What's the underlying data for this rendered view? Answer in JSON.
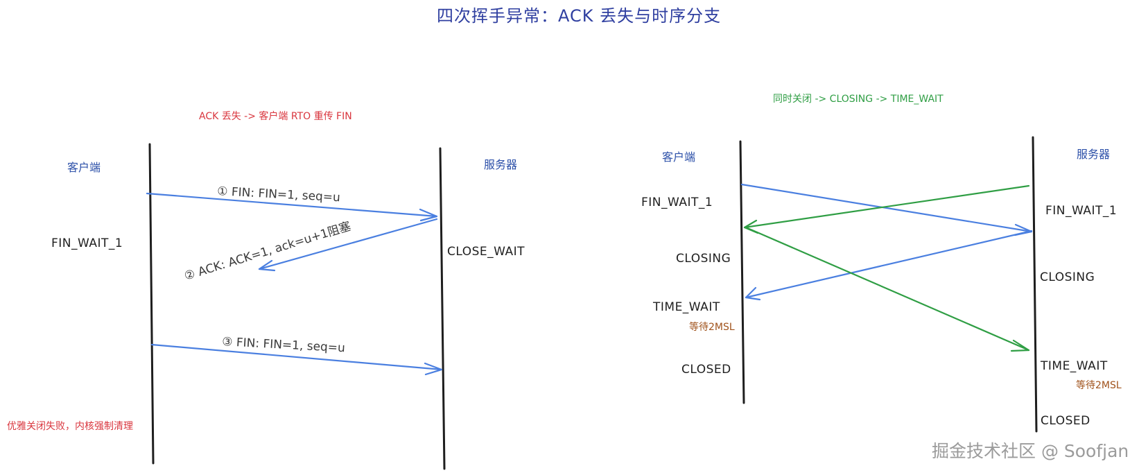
{
  "title": "四次挥手异常：ACK 丢失与时序分支",
  "left": {
    "caption": "ACK 丢失 -> 客户端 RTO 重传 FIN",
    "client_label": "客户端",
    "server_label": "服务器",
    "client_state": "FIN_WAIT_1",
    "server_state": "CLOSE_WAIT",
    "msg1": "① FIN: FIN=1, seq=u",
    "msg2": "② ACK: ACK=1, ack=u+1阻塞",
    "msg3": "③ FIN: FIN=1, seq=u",
    "failure_note": "优雅关闭失败，内核强制清理"
  },
  "right": {
    "caption": "同时关闭 -> CLOSING -> TIME_WAIT",
    "client_label": "客户端",
    "server_label": "服务器",
    "client_states": {
      "fin_wait_1": "FIN_WAIT_1",
      "closing": "CLOSING",
      "time_wait": "TIME_WAIT",
      "wait_note": "等待2MSL",
      "closed": "CLOSED"
    },
    "server_states": {
      "fin_wait_1": "FIN_WAIT_1",
      "closing": "CLOSING",
      "time_wait": "TIME_WAIT",
      "wait_note": "等待2MSL",
      "closed": "CLOSED"
    }
  },
  "watermark": "掘金技术社区 @ Soofjan",
  "colors": {
    "blue_arrow": "#4a7fe0",
    "green_arrow": "#2f9e44",
    "red_text": "#d9363e",
    "title": "#2f3fa0",
    "note": "#a0521b"
  }
}
